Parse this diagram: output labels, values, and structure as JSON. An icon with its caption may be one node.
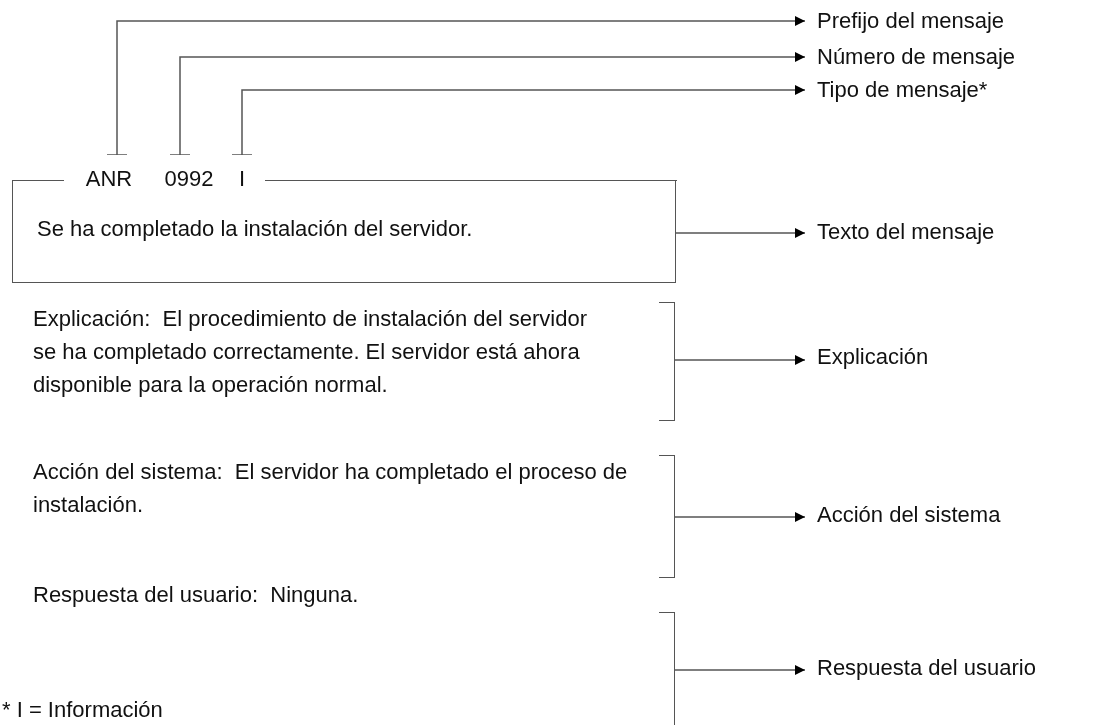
{
  "diagram": {
    "nodes": [
      {
        "text": [
          "ANR"
        ]
      },
      {
        "text": [
          "0992"
        ]
      },
      {
        "text": [
          "I"
        ]
      },
      {
        "text": [
          "Se ha completado la instalación del servidor."
        ]
      },
      {
        "text": [
          "Prefijo del mensaje"
        ]
      },
      {
        "text": [
          "Número de mensaje"
        ]
      },
      {
        "text": [
          "Tipo de mensaje*"
        ]
      },
      {
        "text": [
          "Texto del mensaje"
        ]
      },
      {
        "text": [],
        "shape": "bracket"
      },
      {
        "text": [
          "Explicación"
        ]
      },
      {
        "text": [],
        "shape": "bracket"
      },
      {
        "text": [
          "Acción del sistema"
        ]
      },
      {
        "text": [],
        "shape": "bracket"
      },
      {
        "text": [
          "Respuesta del usuario"
        ]
      }
    ],
    "edges": [
      {
        "from": 0,
        "to": 4,
        "arrow": "to"
      },
      {
        "from": 1,
        "to": 5,
        "arrow": "to"
      },
      {
        "from": 2,
        "to": 6,
        "arrow": "to"
      },
      {
        "from": 3,
        "to": 7,
        "arrow": "to"
      },
      {
        "from": 8,
        "to": 9,
        "arrow": "to"
      },
      {
        "from": 10,
        "to": 11,
        "arrow": "to"
      },
      {
        "from": 12,
        "to": 13,
        "arrow": "to"
      }
    ],
    "labels": [
      "Explicación:  El procedimiento de instalación del servidor se ha completado correctamente. El servidor está ahora disponible para la operación normal.",
      "Acción del sistema:  El servidor ha completado el proceso de instalación.",
      "Respuesta del usuario:  Ninguna.",
      "* I = Información"
    ]
  }
}
